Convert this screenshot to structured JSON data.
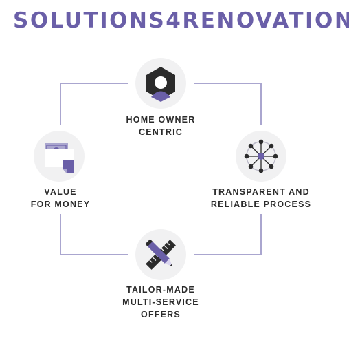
{
  "title": "SOLUTIONS4RENOVATION",
  "colors": {
    "accent": "#6a5fa8",
    "line": "#aaa6cf",
    "dark": "#2b2b2b",
    "circle": "#f1f1f2"
  },
  "nodes": [
    {
      "id": "home-owner",
      "icon": "user-hexagon-icon",
      "lines": [
        "HOME OWNER",
        "CENTRIC"
      ]
    },
    {
      "id": "transparent",
      "icon": "network-icon",
      "lines": [
        "TRANSPARENT AND",
        "RELIABLE PROCESS"
      ]
    },
    {
      "id": "tailor-made",
      "icon": "pencil-ruler-icon",
      "lines": [
        "TAILOR-MADE",
        "MULTI-SERVICE",
        "OFFERS"
      ]
    },
    {
      "id": "value",
      "icon": "money-icon",
      "lines": [
        "VALUE",
        "FOR MONEY"
      ]
    }
  ]
}
